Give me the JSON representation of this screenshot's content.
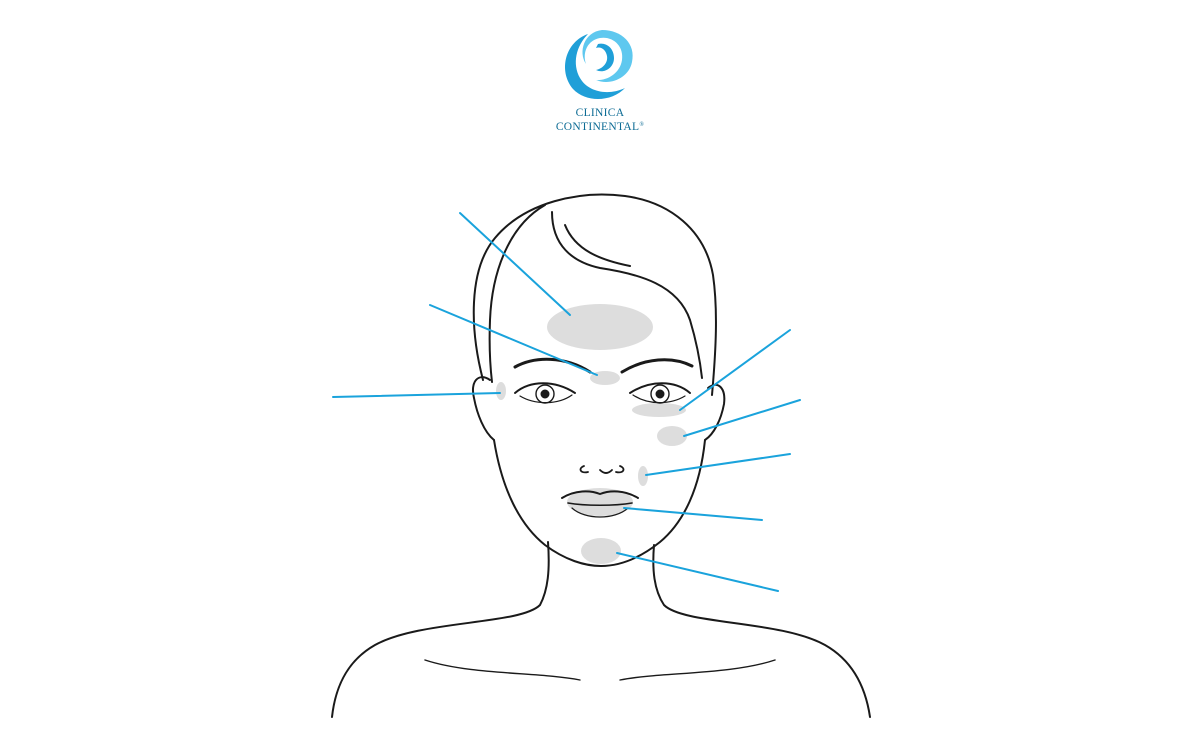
{
  "brand": {
    "name_line_1": "CLINICA",
    "name_line_2": "CONTINENTAL",
    "registered_mark": "®",
    "logo_icon": "swirl-o-logo"
  },
  "colors": {
    "brand_blue": "#0c6b94",
    "logo_light_blue": "#5ec8ef",
    "logo_blue": "#1f9fd8",
    "callout_line": "#1aa3dc",
    "zone_fill": "#dddddd",
    "outline": "#1a1a1a"
  },
  "treatment_zones": [
    {
      "id": "forehead",
      "callout_side": "left"
    },
    {
      "id": "glabella",
      "callout_side": "left"
    },
    {
      "id": "crows-feet",
      "callout_side": "left"
    },
    {
      "id": "under-eye",
      "callout_side": "right"
    },
    {
      "id": "cheek",
      "callout_side": "right"
    },
    {
      "id": "nasolabial-fold",
      "callout_side": "right"
    },
    {
      "id": "lips",
      "callout_side": "right"
    },
    {
      "id": "chin",
      "callout_side": "right"
    }
  ]
}
